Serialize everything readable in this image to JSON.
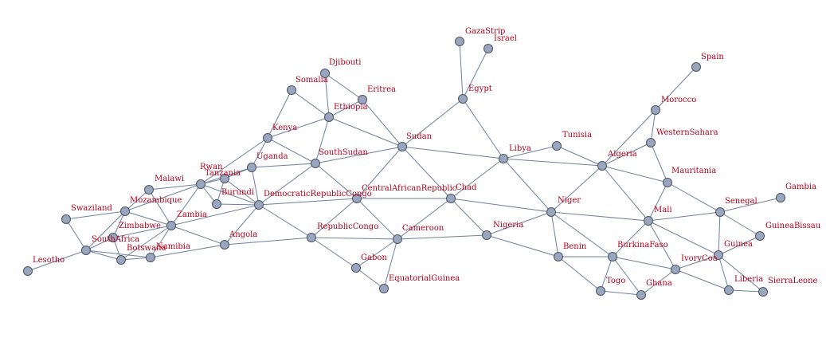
{
  "nodes": [
    {
      "id": "GazaStrip",
      "label": "GazaStrip"
    },
    {
      "id": "Israel",
      "label": "Israel"
    },
    {
      "id": "Egypt",
      "label": "Egypt"
    },
    {
      "id": "Djibouti",
      "label": "Djibouti"
    },
    {
      "id": "Somalia",
      "label": "Somalia"
    },
    {
      "id": "Eritrea",
      "label": "Eritrea"
    },
    {
      "id": "Ethiopia",
      "label": "Ethiopia"
    },
    {
      "id": "Kenya",
      "label": "Kenya"
    },
    {
      "id": "Sudan",
      "label": "Sudan"
    },
    {
      "id": "SouthSudan",
      "label": "SouthSudan"
    },
    {
      "id": "Uganda",
      "label": "Uganda"
    },
    {
      "id": "Rwanda",
      "label": "Rwan"
    },
    {
      "id": "Tanzania",
      "label": "Tanzania"
    },
    {
      "id": "Burundi",
      "label": "Burundi"
    },
    {
      "id": "Malawi",
      "label": "Malawi"
    },
    {
      "id": "Mozambique",
      "label": "Mozambique"
    },
    {
      "id": "Swaziland",
      "label": "Swaziland"
    },
    {
      "id": "Zambia",
      "label": "Zambia"
    },
    {
      "id": "Zimbabwe",
      "label": "Zimbabwe"
    },
    {
      "id": "SouthAfrica",
      "label": "SouthAfrica"
    },
    {
      "id": "Botswana",
      "label": "Botswana"
    },
    {
      "id": "Namibia",
      "label": "Namibia"
    },
    {
      "id": "Lesotho",
      "label": "Lesotho"
    },
    {
      "id": "Angola",
      "label": "Angola"
    },
    {
      "id": "DRC",
      "label": "DemocraticRepublicCongo"
    },
    {
      "id": "CAR",
      "label": "CentralAfricanRepublic"
    },
    {
      "id": "RepublicCongo",
      "label": "RepublicCongo"
    },
    {
      "id": "Gabon",
      "label": "Gabon"
    },
    {
      "id": "EquatorialGuinea",
      "label": "EquatorialGuinea"
    },
    {
      "id": "Cameroon",
      "label": "Cameroon"
    },
    {
      "id": "Chad",
      "label": "Chad"
    },
    {
      "id": "Nigeria",
      "label": "Nigeria"
    },
    {
      "id": "Libya",
      "label": "Libya"
    },
    {
      "id": "Tunisia",
      "label": "Tunisia"
    },
    {
      "id": "Algeria",
      "label": "Algeria"
    },
    {
      "id": "Niger",
      "label": "Niger"
    },
    {
      "id": "Benin",
      "label": "Benin"
    },
    {
      "id": "Togo",
      "label": "Togo"
    },
    {
      "id": "Ghana",
      "label": "Ghana"
    },
    {
      "id": "BurkinaFaso",
      "label": "BurkinaFaso"
    },
    {
      "id": "Mali",
      "label": "Mali"
    },
    {
      "id": "IvoryCoast",
      "label": "IvoryCoa"
    },
    {
      "id": "Liberia",
      "label": "Liberia"
    },
    {
      "id": "SierraLeone",
      "label": "SierraLeone"
    },
    {
      "id": "Guinea",
      "label": "Guinea"
    },
    {
      "id": "GuineaBissau",
      "label": "GuineaBissau"
    },
    {
      "id": "Senegal",
      "label": "Senegal"
    },
    {
      "id": "Gambia",
      "label": "Gambia"
    },
    {
      "id": "Mauritania",
      "label": "Mauritania"
    },
    {
      "id": "WesternSahara",
      "label": "WesternSahara"
    },
    {
      "id": "Morocco",
      "label": "Morocco"
    },
    {
      "id": "Spain",
      "label": "Spain"
    }
  ],
  "edges": [
    [
      "GazaStrip",
      "Egypt"
    ],
    [
      "Israel",
      "Egypt"
    ],
    [
      "Egypt",
      "Sudan"
    ],
    [
      "Egypt",
      "Libya"
    ],
    [
      "Djibouti",
      "Ethiopia"
    ],
    [
      "Djibouti",
      "Eritrea"
    ],
    [
      "Somalia",
      "Ethiopia"
    ],
    [
      "Somalia",
      "Kenya"
    ],
    [
      "Eritrea",
      "Ethiopia"
    ],
    [
      "Eritrea",
      "Sudan"
    ],
    [
      "Ethiopia",
      "Kenya"
    ],
    [
      "Ethiopia",
      "Sudan"
    ],
    [
      "Ethiopia",
      "SouthSudan"
    ],
    [
      "Kenya",
      "SouthSudan"
    ],
    [
      "Kenya",
      "Uganda"
    ],
    [
      "Kenya",
      "Tanzania"
    ],
    [
      "Sudan",
      "SouthSudan"
    ],
    [
      "Sudan",
      "Libya"
    ],
    [
      "Sudan",
      "Chad"
    ],
    [
      "Sudan",
      "CAR"
    ],
    [
      "SouthSudan",
      "Uganda"
    ],
    [
      "SouthSudan",
      "DRC"
    ],
    [
      "SouthSudan",
      "CAR"
    ],
    [
      "Uganda",
      "DRC"
    ],
    [
      "Uganda",
      "Rwanda"
    ],
    [
      "Uganda",
      "Tanzania"
    ],
    [
      "Rwanda",
      "DRC"
    ],
    [
      "Rwanda",
      "Tanzania"
    ],
    [
      "Rwanda",
      "Burundi"
    ],
    [
      "Burundi",
      "DRC"
    ],
    [
      "Burundi",
      "Tanzania"
    ],
    [
      "Tanzania",
      "DRC"
    ],
    [
      "Tanzania",
      "Malawi"
    ],
    [
      "Tanzania",
      "Mozambique"
    ],
    [
      "Tanzania",
      "Zambia"
    ],
    [
      "Malawi",
      "Mozambique"
    ],
    [
      "Malawi",
      "Zambia"
    ],
    [
      "Mozambique",
      "Zambia"
    ],
    [
      "Mozambique",
      "Zimbabwe"
    ],
    [
      "Mozambique",
      "SouthAfrica"
    ],
    [
      "Mozambique",
      "Swaziland"
    ],
    [
      "Swaziland",
      "SouthAfrica"
    ],
    [
      "Zambia",
      "DRC"
    ],
    [
      "Zambia",
      "Angola"
    ],
    [
      "Zambia",
      "Namibia"
    ],
    [
      "Zambia",
      "Botswana"
    ],
    [
      "Zambia",
      "Zimbabwe"
    ],
    [
      "Zimbabwe",
      "SouthAfrica"
    ],
    [
      "Zimbabwe",
      "Botswana"
    ],
    [
      "SouthAfrica",
      "Botswana"
    ],
    [
      "SouthAfrica",
      "Namibia"
    ],
    [
      "SouthAfrica",
      "Lesotho"
    ],
    [
      "Botswana",
      "Namibia"
    ],
    [
      "Namibia",
      "Angola"
    ],
    [
      "Angola",
      "DRC"
    ],
    [
      "Angola",
      "RepublicCongo"
    ],
    [
      "DRC",
      "CAR"
    ],
    [
      "DRC",
      "RepublicCongo"
    ],
    [
      "CAR",
      "Chad"
    ],
    [
      "CAR",
      "Cameroon"
    ],
    [
      "CAR",
      "RepublicCongo"
    ],
    [
      "RepublicCongo",
      "Gabon"
    ],
    [
      "RepublicCongo",
      "Cameroon"
    ],
    [
      "Gabon",
      "Cameroon"
    ],
    [
      "Gabon",
      "EquatorialGuinea"
    ],
    [
      "EquatorialGuinea",
      "Cameroon"
    ],
    [
      "Cameroon",
      "Chad"
    ],
    [
      "Cameroon",
      "Nigeria"
    ],
    [
      "Chad",
      "Nigeria"
    ],
    [
      "Chad",
      "Niger"
    ],
    [
      "Chad",
      "Libya"
    ],
    [
      "Nigeria",
      "Niger"
    ],
    [
      "Nigeria",
      "Benin"
    ],
    [
      "Libya",
      "Tunisia"
    ],
    [
      "Libya",
      "Algeria"
    ],
    [
      "Libya",
      "Niger"
    ],
    [
      "Tunisia",
      "Algeria"
    ],
    [
      "Algeria",
      "Niger"
    ],
    [
      "Algeria",
      "Mali"
    ],
    [
      "Algeria",
      "Mauritania"
    ],
    [
      "Algeria",
      "WesternSahara"
    ],
    [
      "Algeria",
      "Morocco"
    ],
    [
      "Niger",
      "Mali"
    ],
    [
      "Niger",
      "BurkinaFaso"
    ],
    [
      "Niger",
      "Benin"
    ],
    [
      "Benin",
      "BurkinaFaso"
    ],
    [
      "Benin",
      "Togo"
    ],
    [
      "Togo",
      "BurkinaFaso"
    ],
    [
      "Togo",
      "Ghana"
    ],
    [
      "Ghana",
      "BurkinaFaso"
    ],
    [
      "Ghana",
      "IvoryCoast"
    ],
    [
      "BurkinaFaso",
      "Mali"
    ],
    [
      "BurkinaFaso",
      "IvoryCoast"
    ],
    [
      "Mali",
      "Mauritania"
    ],
    [
      "Mali",
      "Senegal"
    ],
    [
      "Mali",
      "Guinea"
    ],
    [
      "Mali",
      "IvoryCoast"
    ],
    [
      "IvoryCoast",
      "Guinea"
    ],
    [
      "IvoryCoast",
      "Liberia"
    ],
    [
      "Liberia",
      "Guinea"
    ],
    [
      "Liberia",
      "SierraLeone"
    ],
    [
      "Guinea",
      "SierraLeone"
    ],
    [
      "Guinea",
      "GuineaBissau"
    ],
    [
      "Guinea",
      "Senegal"
    ],
    [
      "Senegal",
      "Gambia"
    ],
    [
      "Senegal",
      "Mauritania"
    ],
    [
      "Senegal",
      "GuineaBissau"
    ],
    [
      "Mauritania",
      "WesternSahara"
    ],
    [
      "WesternSahara",
      "Morocco"
    ],
    [
      "Morocco",
      "Spain"
    ]
  ]
}
